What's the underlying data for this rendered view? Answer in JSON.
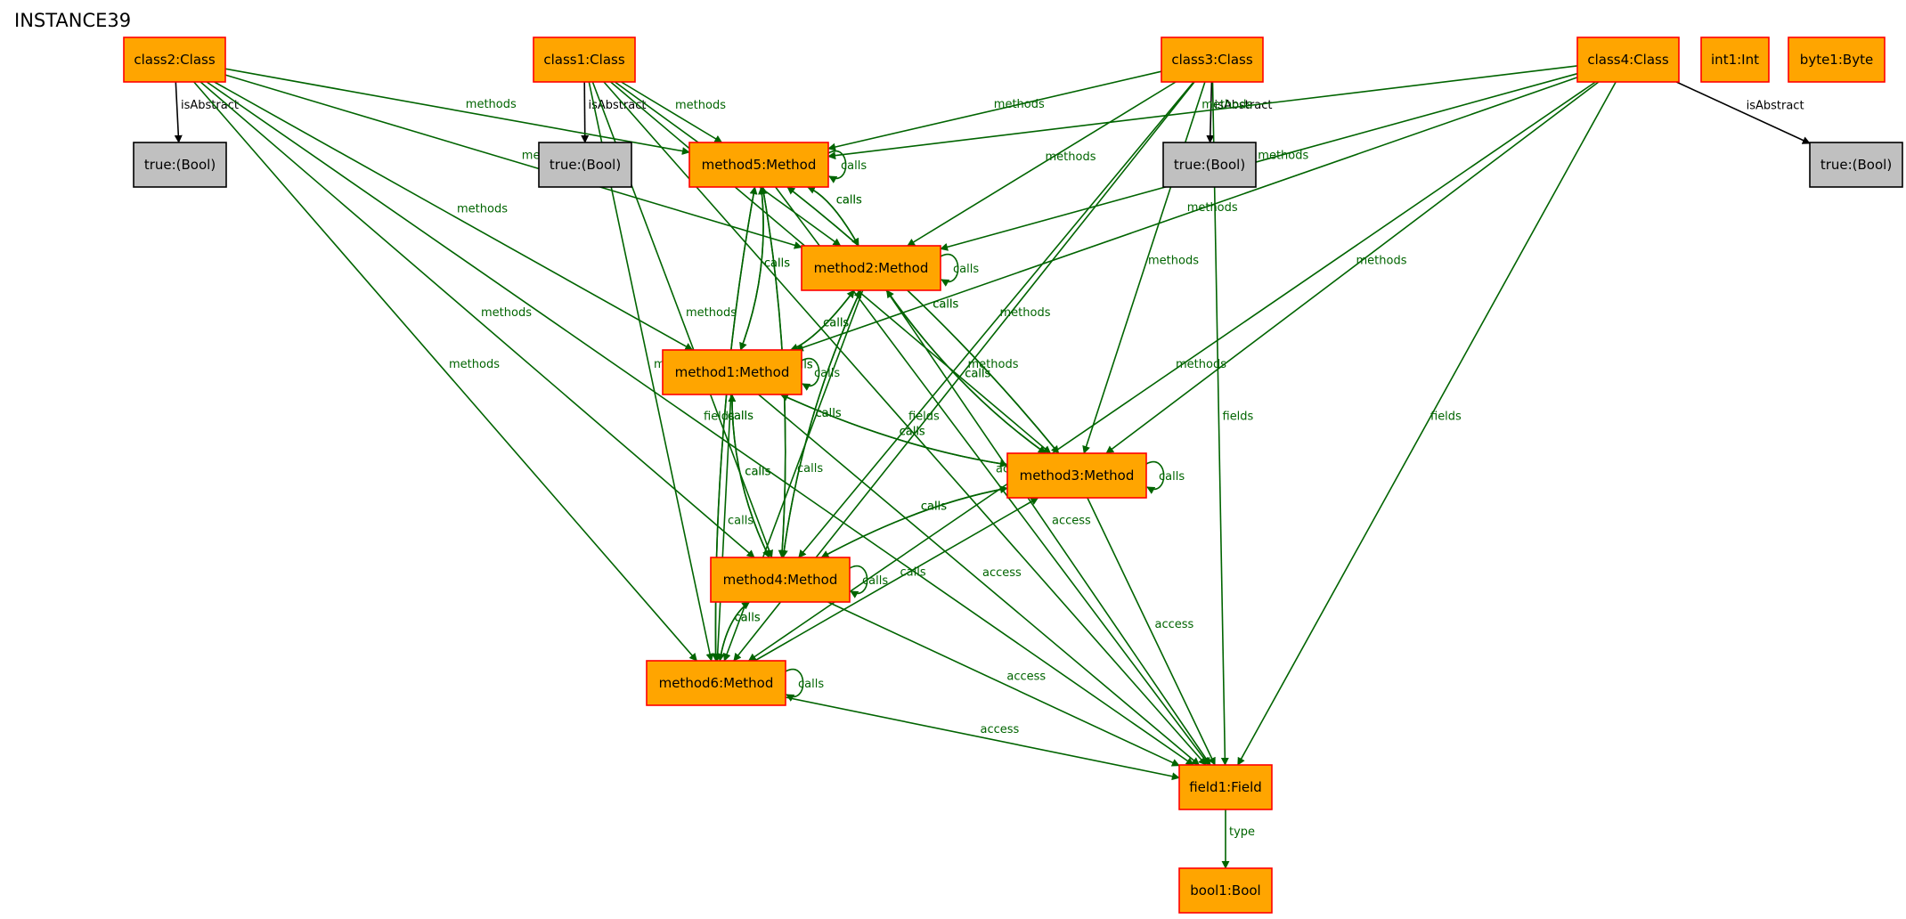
{
  "title": "INSTANCE39",
  "nodes": [
    {
      "id": "class2",
      "label": "class2:Class",
      "kind": "object",
      "fill": "#ffa500",
      "stroke": "#ff0000"
    },
    {
      "id": "class1",
      "label": "class1:Class",
      "kind": "object",
      "fill": "#ffa500",
      "stroke": "#ff0000"
    },
    {
      "id": "class3",
      "label": "class3:Class",
      "kind": "object",
      "fill": "#ffa500",
      "stroke": "#ff0000"
    },
    {
      "id": "class4",
      "label": "class4:Class",
      "kind": "object",
      "fill": "#ffa500",
      "stroke": "#ff0000"
    },
    {
      "id": "int1",
      "label": "int1:Int",
      "kind": "object",
      "fill": "#ffa500",
      "stroke": "#ff0000"
    },
    {
      "id": "byte1",
      "label": "byte1:Byte",
      "kind": "object",
      "fill": "#ffa500",
      "stroke": "#ff0000"
    },
    {
      "id": "bool_c2",
      "label": "true:(Bool)",
      "kind": "value",
      "fill": "#c0c0c0",
      "stroke": "#000000"
    },
    {
      "id": "bool_c1",
      "label": "true:(Bool)",
      "kind": "value",
      "fill": "#c0c0c0",
      "stroke": "#000000"
    },
    {
      "id": "bool_c3",
      "label": "true:(Bool)",
      "kind": "value",
      "fill": "#c0c0c0",
      "stroke": "#000000"
    },
    {
      "id": "bool_c4",
      "label": "true:(Bool)",
      "kind": "value",
      "fill": "#c0c0c0",
      "stroke": "#000000"
    },
    {
      "id": "method5",
      "label": "method5:Method",
      "kind": "object",
      "fill": "#ffa500",
      "stroke": "#ff0000"
    },
    {
      "id": "method2",
      "label": "method2:Method",
      "kind": "object",
      "fill": "#ffa500",
      "stroke": "#ff0000"
    },
    {
      "id": "method1",
      "label": "method1:Method",
      "kind": "object",
      "fill": "#ffa500",
      "stroke": "#ff0000"
    },
    {
      "id": "method3",
      "label": "method3:Method",
      "kind": "object",
      "fill": "#ffa500",
      "stroke": "#ff0000"
    },
    {
      "id": "method4",
      "label": "method4:Method",
      "kind": "object",
      "fill": "#ffa500",
      "stroke": "#ff0000"
    },
    {
      "id": "method6",
      "label": "method6:Method",
      "kind": "object",
      "fill": "#ffa500",
      "stroke": "#ff0000"
    },
    {
      "id": "field1",
      "label": "field1:Field",
      "kind": "object",
      "fill": "#ffa500",
      "stroke": "#ff0000"
    },
    {
      "id": "bool1",
      "label": "bool1:Bool",
      "kind": "object",
      "fill": "#ffa500",
      "stroke": "#ff0000"
    }
  ],
  "edges": [
    {
      "from": "class2",
      "to": "bool_c2",
      "label": "isAbstract",
      "color": "#000000"
    },
    {
      "from": "class1",
      "to": "bool_c1",
      "label": "isAbstract",
      "color": "#000000"
    },
    {
      "from": "class3",
      "to": "bool_c3",
      "label": "isAbstract",
      "color": "#000000"
    },
    {
      "from": "class4",
      "to": "bool_c4",
      "label": "isAbstract",
      "color": "#000000"
    },
    {
      "from": "class2",
      "to": "method5",
      "label": "methods",
      "color": "#006400"
    },
    {
      "from": "class2",
      "to": "method2",
      "label": "methods",
      "color": "#006400"
    },
    {
      "from": "class2",
      "to": "method1",
      "label": "methods",
      "color": "#006400"
    },
    {
      "from": "class2",
      "to": "method4",
      "label": "methods",
      "color": "#006400"
    },
    {
      "from": "class2",
      "to": "method6",
      "label": "methods",
      "color": "#006400"
    },
    {
      "from": "class2",
      "to": "field1",
      "label": "fields",
      "color": "#006400"
    },
    {
      "from": "class1",
      "to": "method5",
      "label": "methods",
      "color": "#006400"
    },
    {
      "from": "class1",
      "to": "method2",
      "label": "methods",
      "color": "#006400"
    },
    {
      "from": "class1",
      "to": "method3",
      "label": "methods",
      "color": "#006400"
    },
    {
      "from": "class1",
      "to": "method4",
      "label": "methods",
      "color": "#006400"
    },
    {
      "from": "class1",
      "to": "method6",
      "label": "methods",
      "color": "#006400"
    },
    {
      "from": "class1",
      "to": "field1",
      "label": "fields",
      "color": "#006400"
    },
    {
      "from": "class3",
      "to": "method5",
      "label": "methods",
      "color": "#006400"
    },
    {
      "from": "class3",
      "to": "method2",
      "label": "methods",
      "color": "#006400"
    },
    {
      "from": "class3",
      "to": "method3",
      "label": "methods",
      "color": "#006400"
    },
    {
      "from": "class3",
      "to": "method4",
      "label": "methods",
      "color": "#006400"
    },
    {
      "from": "class3",
      "to": "method6",
      "label": "methods",
      "color": "#006400"
    },
    {
      "from": "class3",
      "to": "field1",
      "label": "fields",
      "color": "#006400"
    },
    {
      "from": "class4",
      "to": "method5",
      "label": "methods",
      "color": "#006400"
    },
    {
      "from": "class4",
      "to": "method2",
      "label": "methods",
      "color": "#006400"
    },
    {
      "from": "class4",
      "to": "method1",
      "label": "methods",
      "color": "#006400"
    },
    {
      "from": "class4",
      "to": "method3",
      "label": "methods",
      "color": "#006400"
    },
    {
      "from": "class4",
      "to": "method6",
      "label": "methods",
      "color": "#006400"
    },
    {
      "from": "class4",
      "to": "field1",
      "label": "fields",
      "color": "#006400"
    },
    {
      "from": "method5",
      "to": "method5",
      "label": "calls",
      "color": "#006400"
    },
    {
      "from": "method5",
      "to": "method2",
      "label": "calls",
      "color": "#006400"
    },
    {
      "from": "method2",
      "to": "method5",
      "label": "calls",
      "color": "#006400"
    },
    {
      "from": "method5",
      "to": "method1",
      "label": "calls",
      "color": "#006400"
    },
    {
      "from": "method1",
      "to": "method5",
      "label": "calls",
      "color": "#006400"
    },
    {
      "from": "method5",
      "to": "method4",
      "label": "calls",
      "color": "#006400"
    },
    {
      "from": "method4",
      "to": "method5",
      "label": "calls",
      "color": "#006400"
    },
    {
      "from": "method5",
      "to": "method6",
      "label": "calls",
      "color": "#006400"
    },
    {
      "from": "method6",
      "to": "method5",
      "label": "calls",
      "color": "#006400"
    },
    {
      "from": "method5",
      "to": "method3",
      "label": "calls",
      "color": "#006400"
    },
    {
      "from": "method3",
      "to": "method5",
      "label": "calls",
      "color": "#006400"
    },
    {
      "from": "method5",
      "to": "field1",
      "label": "access",
      "color": "#006400"
    },
    {
      "from": "method2",
      "to": "method2",
      "label": "calls",
      "color": "#006400"
    },
    {
      "from": "method2",
      "to": "method1",
      "label": "calls",
      "color": "#006400"
    },
    {
      "from": "method1",
      "to": "method2",
      "label": "calls",
      "color": "#006400"
    },
    {
      "from": "method2",
      "to": "method3",
      "label": "calls",
      "color": "#006400"
    },
    {
      "from": "method3",
      "to": "method2",
      "label": "calls",
      "color": "#006400"
    },
    {
      "from": "method2",
      "to": "method4",
      "label": "calls",
      "color": "#006400"
    },
    {
      "from": "method4",
      "to": "method2",
      "label": "calls",
      "color": "#006400"
    },
    {
      "from": "method2",
      "to": "method6",
      "label": "calls",
      "color": "#006400"
    },
    {
      "from": "method2",
      "to": "field1",
      "label": "access",
      "color": "#006400"
    },
    {
      "from": "method1",
      "to": "method1",
      "label": "calls",
      "color": "#006400"
    },
    {
      "from": "method1",
      "to": "method3",
      "label": "calls",
      "color": "#006400"
    },
    {
      "from": "method3",
      "to": "method1",
      "label": "calls",
      "color": "#006400"
    },
    {
      "from": "method1",
      "to": "method4",
      "label": "calls",
      "color": "#006400"
    },
    {
      "from": "method4",
      "to": "method1",
      "label": "calls",
      "color": "#006400"
    },
    {
      "from": "method1",
      "to": "method6",
      "label": "calls",
      "color": "#006400"
    },
    {
      "from": "method1",
      "to": "field1",
      "label": "access",
      "color": "#006400"
    },
    {
      "from": "method3",
      "to": "method3",
      "label": "calls",
      "color": "#006400"
    },
    {
      "from": "method3",
      "to": "method4",
      "label": "calls",
      "color": "#006400"
    },
    {
      "from": "method4",
      "to": "method3",
      "label": "calls",
      "color": "#006400"
    },
    {
      "from": "method6",
      "to": "method3",
      "label": "calls",
      "color": "#006400"
    },
    {
      "from": "method3",
      "to": "field1",
      "label": "access",
      "color": "#006400"
    },
    {
      "from": "method4",
      "to": "method4",
      "label": "calls",
      "color": "#006400"
    },
    {
      "from": "method4",
      "to": "method6",
      "label": "calls",
      "color": "#006400"
    },
    {
      "from": "method6",
      "to": "method4",
      "label": "calls",
      "color": "#006400"
    },
    {
      "from": "method4",
      "to": "field1",
      "label": "access",
      "color": "#006400"
    },
    {
      "from": "method6",
      "to": "method6",
      "label": "calls",
      "color": "#006400"
    },
    {
      "from": "method6",
      "to": "field1",
      "label": "access",
      "color": "#006400"
    },
    {
      "from": "field1",
      "to": "bool1",
      "label": "type",
      "color": "#006400"
    }
  ]
}
